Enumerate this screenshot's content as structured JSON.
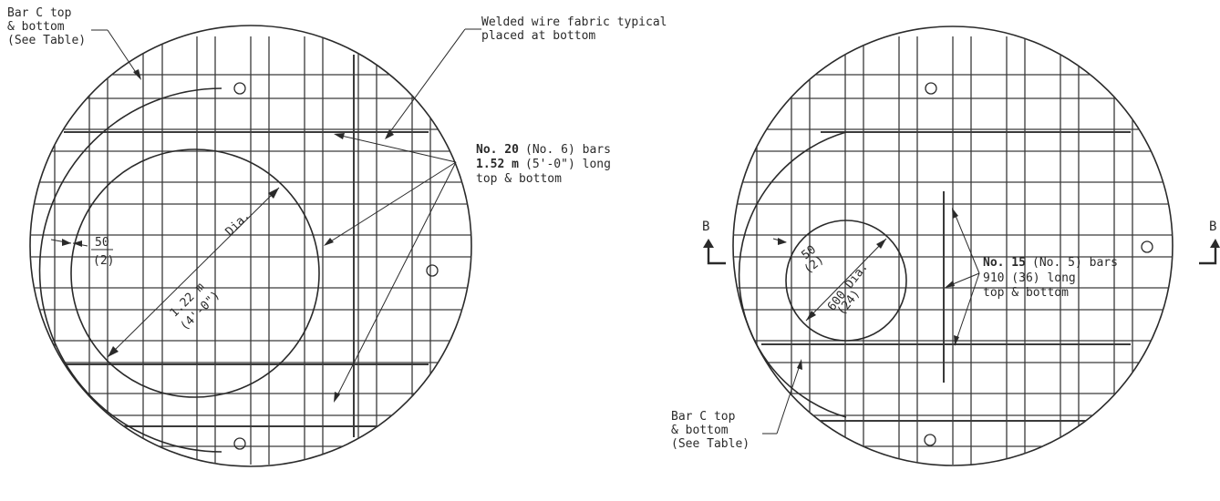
{
  "left_plan": {
    "bar_c_note": [
      "Bar C top",
      "& bottom",
      "(See Table)"
    ],
    "wwf_note": [
      "Welded wire fabric typical",
      "placed at bottom"
    ],
    "bars_note_size": "No. 20",
    "bars_note_size_imperial": "(No. 6) bars",
    "bars_note_length": "1.52 m",
    "bars_note_length_imperial": "(5'-0\") long",
    "bars_note_location": "top & bottom",
    "opening_diameter": "1.22 m",
    "opening_diameter_imperial": "(4'-0\")",
    "opening_dia_abbrev": "Dia.",
    "cover": "50",
    "cover_imperial": "(2)"
  },
  "right_plan": {
    "bar_c_note": [
      "Bar C top",
      "& bottom",
      "(See Table)"
    ],
    "bars_note_size": "No. 15",
    "bars_note_size_imperial": "(No. 5) bars",
    "bars_note_length": "910 (36) long",
    "bars_note_location": "top & bottom",
    "opening_diameter": "600 Dia.",
    "opening_diameter_imperial": "(24)",
    "cover": "50",
    "cover_imperial": "(2)",
    "section_mark_left": "B",
    "section_mark_right": "B"
  }
}
